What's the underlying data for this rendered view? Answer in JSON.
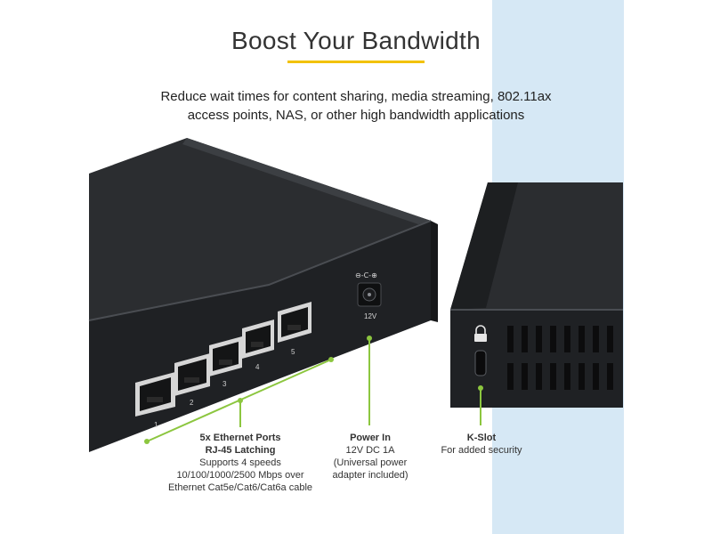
{
  "title": "Boost Your Bandwidth",
  "subtitle": {
    "line1": "Reduce wait times for content sharing, media streaming, 802.11ax",
    "line2": "access points, NAS, or other high bandwidth applications"
  },
  "colors": {
    "accent": "#f2c200",
    "callout": "#8cc63f",
    "panel": "#d6e8f5",
    "device": "#2a2c2f"
  },
  "device": {
    "port_numbers": [
      "5",
      "4",
      "3",
      "2",
      "1"
    ],
    "power_label": "12V",
    "power_symbol": "⊖-C-⊕"
  },
  "callouts": {
    "ethernet": {
      "title1": "5x Ethernet Ports",
      "title2": "RJ-45 Latching",
      "line1": "Supports 4 speeds",
      "line2": "10/100/1000/2500 Mbps over",
      "line3": "Ethernet Cat5e/Cat6/Cat6a cable"
    },
    "power": {
      "title": "Power In",
      "line1": "12V DC 1A",
      "line2": "(Universal power",
      "line3": "adapter included)"
    },
    "kslot": {
      "title": "K-Slot",
      "line1": "For added security"
    }
  }
}
